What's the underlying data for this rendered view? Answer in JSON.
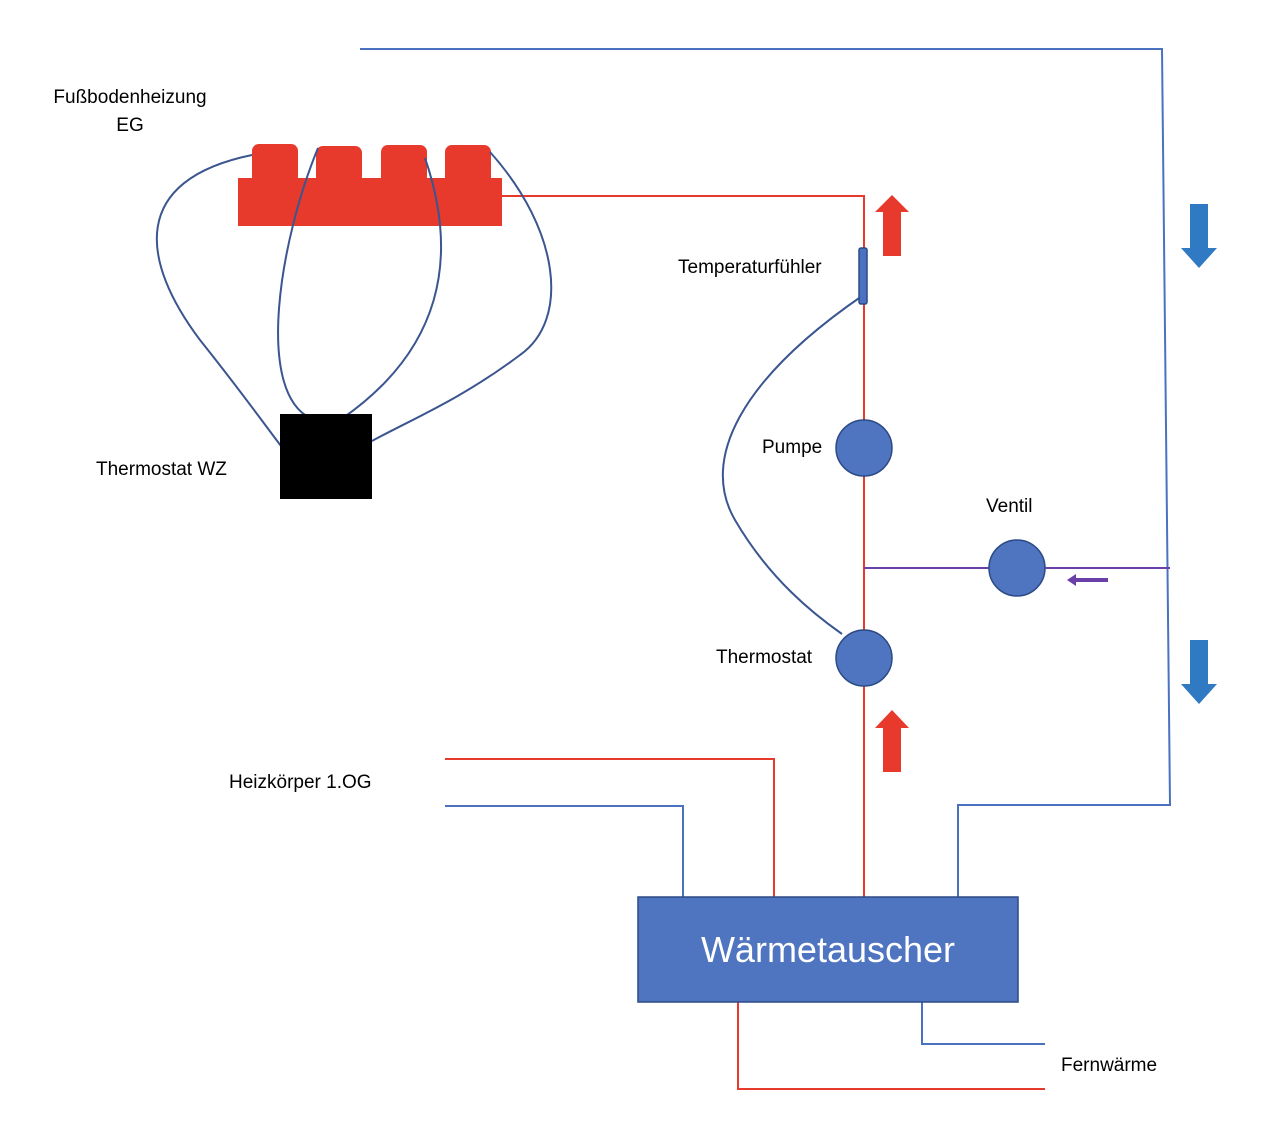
{
  "labels": {
    "floor_heating": "Fußbodenheizung\nEG",
    "thermostat_wz": "Thermostat WZ",
    "temp_sensor": "Temperaturfühler",
    "pump": "Pumpe",
    "valve": "Ventil",
    "thermostat": "Thermostat",
    "radiator": "Heizkörper 1.OG",
    "heat_exchanger": "Wärmetauscher",
    "district_heating": "Fernwärme"
  },
  "colors": {
    "supply": "#e8392d",
    "return": "#4a72c0",
    "box": "#4f74c0",
    "wire": "#3a5590",
    "blue_arrow": "#2f7ac2",
    "purple": "#6a3fa8",
    "thermostat_wz": "#000000"
  }
}
